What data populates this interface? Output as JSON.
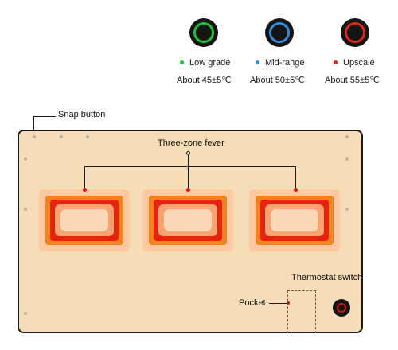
{
  "legend": [
    {
      "label": "Low grade",
      "temp": "About 45±5℃",
      "color": "#1fbf3a"
    },
    {
      "label": "Mid-range",
      "temp": "About 50±5℃",
      "color": "#2f8fd8"
    },
    {
      "label": "Upscale",
      "temp": "About 55±5℃",
      "color": "#e0241b"
    }
  ],
  "callouts": {
    "snap_button": "Snap button",
    "three_zone": "Three-zone fever",
    "thermostat": "Thermostat switch",
    "pocket": "Pocket"
  },
  "colors": {
    "panel": "#f4ddb7",
    "zone_outer": "#fcc9a1",
    "zone_orange": "#f4821e",
    "zone_red": "#e8220e",
    "marker_red": "#d3140b"
  }
}
